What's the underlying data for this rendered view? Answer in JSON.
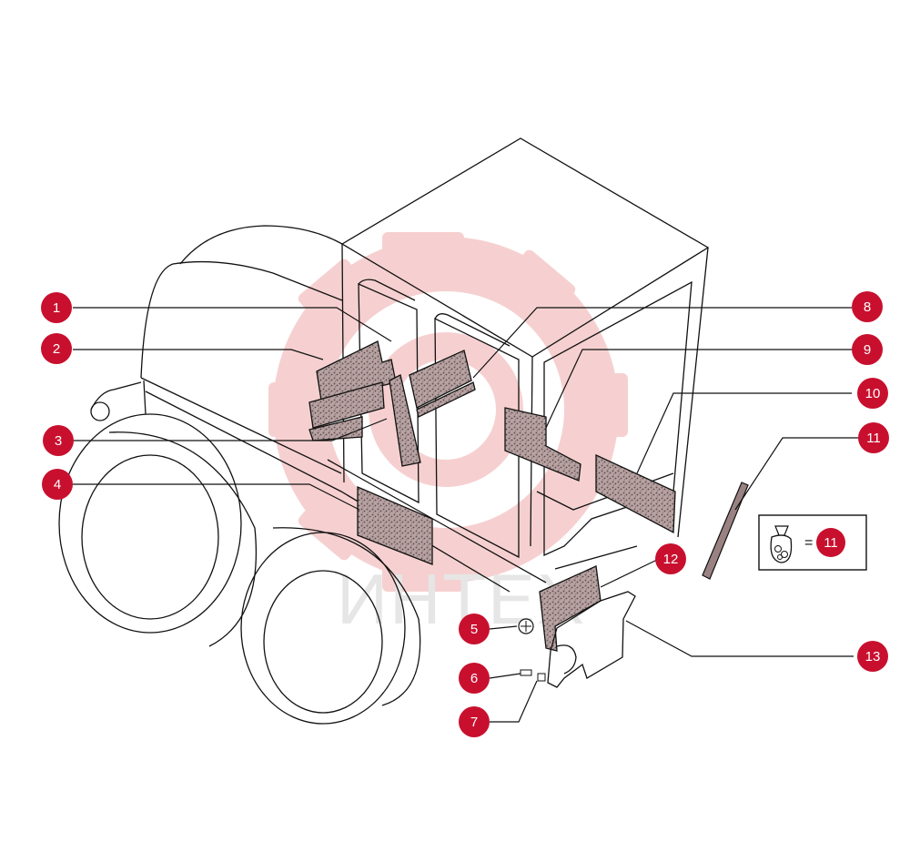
{
  "colors": {
    "callout": "#c8102e",
    "watermark": "#f5c6c6",
    "felt": "#8a6f6f",
    "line": "#111111"
  },
  "watermark_text": "ИНТЕХ",
  "callouts": [
    "1",
    "2",
    "3",
    "4",
    "5",
    "6",
    "7",
    "8",
    "9",
    "10",
    "11",
    "12",
    "13"
  ],
  "legend": {
    "equals": "=",
    "ref": "11",
    "icon": "parts-bag-icon"
  }
}
